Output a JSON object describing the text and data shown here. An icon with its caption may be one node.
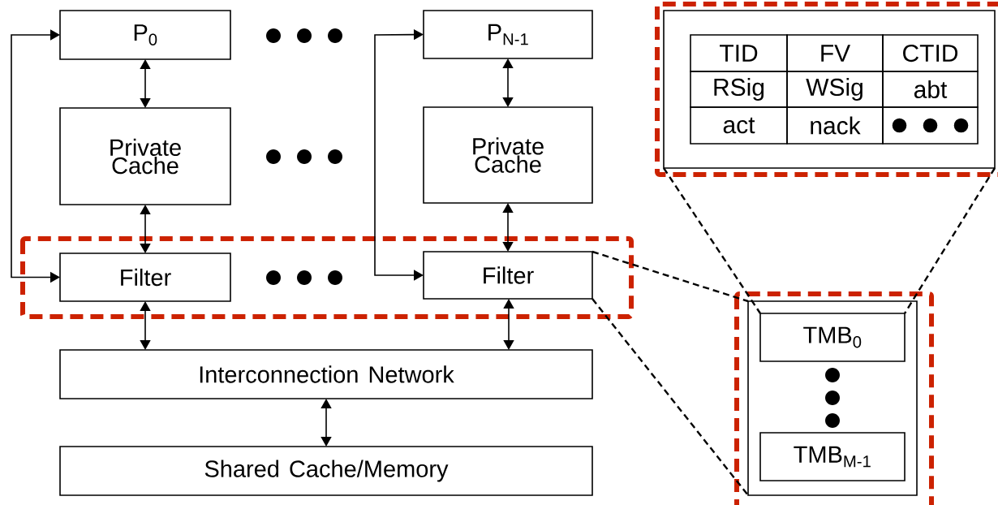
{
  "diagram": {
    "nodes": [
      {
        "text": [
          "P$_{0}$"
        ]
      },
      {
        "text": [
          "Private Cache"
        ]
      },
      {
        "text": [
          "Filter"
        ]
      },
      {
        "text": [
          "P$_{N-1}$"
        ]
      },
      {
        "text": [
          "Private Cache"
        ]
      },
      {
        "text": [
          "Filter"
        ]
      },
      {
        "text": [
          "Interconnection Network"
        ]
      },
      {
        "text": [
          "Shared Cache/Memory"
        ]
      },
      {
        "text": [],
        "shape": "box"
      },
      {
        "text": [
          "TMB$_{0}$"
        ],
        "in": 8
      },
      {
        "text": [
          "TMB$_{M-1}$"
        ],
        "in": 8
      },
      {
        "text": [],
        "shape": "box"
      }
    ],
    "edges": [
      {
        "from": 0,
        "to": 1,
        "arrow": "both"
      },
      {
        "from": 1,
        "to": 2,
        "arrow": "both"
      },
      {
        "from": 3,
        "to": 4,
        "arrow": "both"
      },
      {
        "from": 4,
        "to": 5,
        "arrow": "both"
      },
      {
        "from": 2,
        "to": 6,
        "arrow": "both"
      },
      {
        "from": 5,
        "to": 6,
        "arrow": "both"
      },
      {
        "from": 6,
        "to": 7,
        "arrow": "both"
      },
      {
        "from": 0,
        "to": 2,
        "arrow": "both"
      },
      {
        "from": 3,
        "to": 5,
        "arrow": "both"
      },
      {
        "from": 5,
        "to": 8,
        "arrow": "none",
        "style": "dashed"
      },
      {
        "from": 5,
        "to": 8,
        "arrow": "none",
        "style": "dashed"
      },
      {
        "from": 11,
        "to": 9,
        "arrow": "none",
        "style": "dashed"
      },
      {
        "from": 11,
        "to": 9,
        "arrow": "none",
        "style": "dashed"
      }
    ],
    "labels": [
      "TID",
      "FV",
      "CTID",
      "RSig",
      "WSig",
      "abt",
      "act",
      "nack"
    ]
  }
}
